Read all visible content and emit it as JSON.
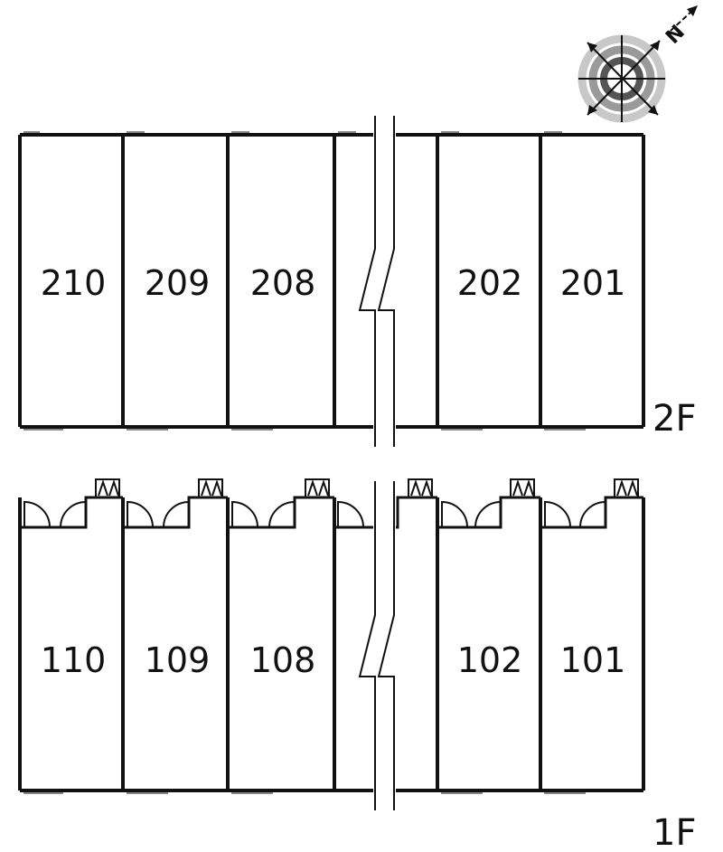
{
  "floors": [
    {
      "label": "2F",
      "units": [
        "210",
        "209",
        "208",
        "202",
        "201"
      ]
    },
    {
      "label": "1F",
      "units": [
        "110",
        "109",
        "108",
        "102",
        "101"
      ]
    }
  ],
  "compass": {
    "north_label": "N",
    "icon": "compass-icon"
  }
}
